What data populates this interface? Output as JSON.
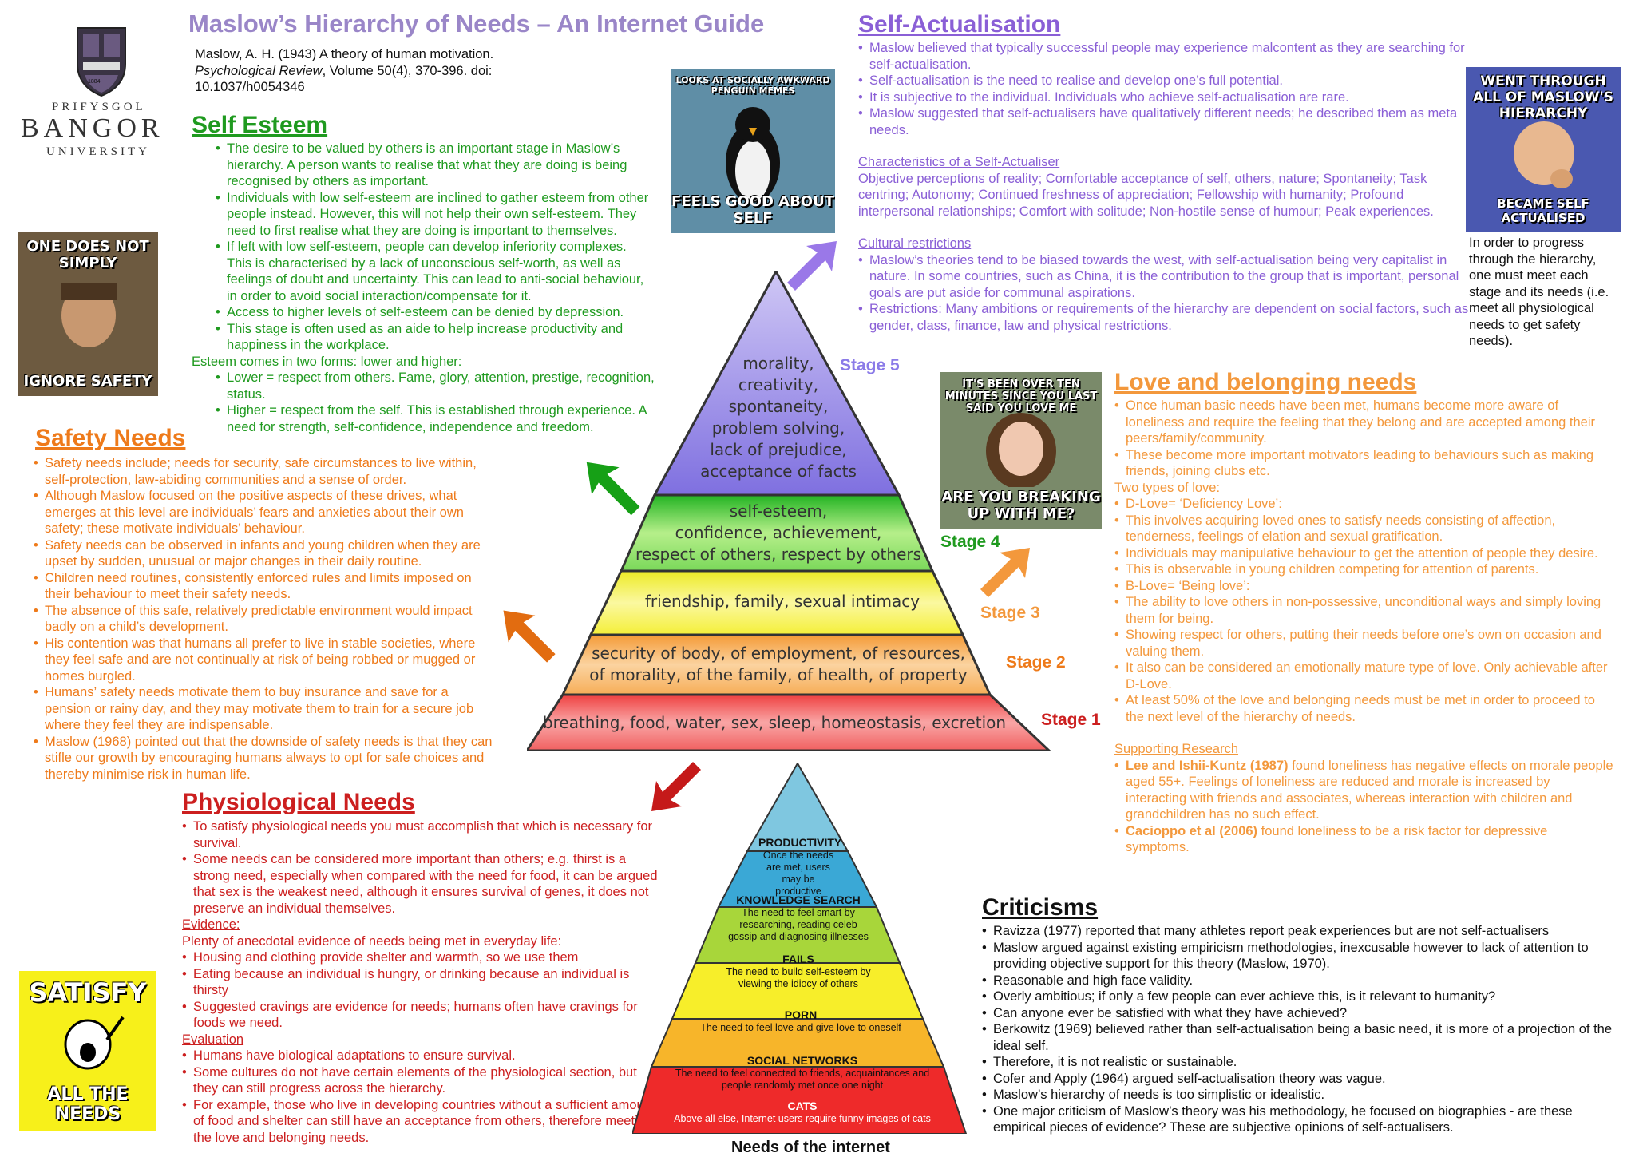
{
  "title": "Maslow’s Hierarchy of Needs – An Internet Guide",
  "reference": {
    "line1": "Maslow, A. H. (1943) A theory of human motivation.",
    "journal": "Psychological Review",
    "line2": ", Volume 50(4), 370-396. doi:",
    "line3": "10.1037/h0054346"
  },
  "logo": {
    "top": "PRIFYSGOL",
    "main": "BANGOR",
    "bottom": "UNIVERSITY",
    "year": "1884"
  },
  "colors": {
    "stage5": "#8b7be8",
    "stage4": "#2fbf2f",
    "stage3": "#f7f03a",
    "stage2": "#f7a23a",
    "stage1": "#f24e4e"
  },
  "self_actualisation": {
    "heading": "Self-Actualisation",
    "bullets": [
      "Maslow believed that typically successful people may experience malcontent as they are searching for self-actualisation.",
      "Self-actualisation is the need to realise and develop one’s full potential.",
      "It is subjective to the individual. Individuals who achieve self-actualisation are rare.",
      "Maslow suggested that self-actualisers have qualitatively different needs; he described them as meta needs."
    ],
    "char_heading": "Characteristics of a Self-Actualiser",
    "char_text": "Objective perceptions of reality; Comfortable acceptance of self, others, nature; Spontaneity; Task centring;  Autonomy; Continued freshness of appreciation; Fellowship with humanity; Profound interpersonal relationships; Comfort with solitude; Non-hostile sense of humour; Peak experiences.",
    "cult_heading": "Cultural restrictions",
    "cult_bullets": [
      "Maslow’s theories tend to be biased towards the west, with self-actualisation being very capitalist in nature. In some countries, such as China, it is the contribution to the group that is important, personal goals are put aside for communal aspirations.",
      "Restrictions: Many ambitions or requirements of the hierarchy are dependent on social factors, such as gender, class, finance, law and physical restrictions."
    ]
  },
  "progress_note": "In order to progress through the hierarchy, one must meet each stage and its needs (i.e. meet all physiological needs to get safety needs).",
  "self_esteem": {
    "heading": "Self Esteem",
    "bullets": [
      "The desire to be valued by others is an important stage in Maslow’s hierarchy.  A person wants to realise that what they are doing is being recognised by others as important.",
      "Individuals with low self-esteem are inclined to gather esteem from other people instead.  However, this will not help their own self-esteem.  They need to first realise what they are doing is important to themselves.",
      "If left with low self-esteem, people can develop inferiority complexes.  This is characterised by a lack of unconscious self-worth, as well as feelings of doubt and uncertainty.  This can lead to anti-social behaviour, in order to avoid social interaction/compensate for it.",
      "Access to higher levels of self-esteem can be denied by depression.",
      "This stage is often used as an aide to help increase productivity and happiness in the workplace."
    ],
    "forms_intro": "Esteem comes in two forms: lower and higher:",
    "forms": [
      "Lower = respect from others.  Fame, glory, attention, prestige, recognition, status.",
      "Higher = respect from the self.  This is established through experience.  A need for strength, self-confidence, independence and freedom."
    ]
  },
  "safety": {
    "heading": "Safety Needs",
    "bullets": [
      "Safety needs include; needs for security, safe circumstances to live within, self-protection, law-abiding communities and a sense of order.",
      "Although Maslow focused on the positive aspects of these drives, what emerges at this level are individuals’ fears and anxieties about their own safety; these motivate individuals’ behaviour.",
      "Safety needs can be observed in infants and young children when they are upset by sudden, unusual or major changes in their daily routine.",
      "Children need routines, consistently enforced rules and limits imposed on their behaviour to meet their safety needs.",
      "The absence of this safe, relatively predictable environment would impact badly on a child’s development.",
      "His contention was that humans all prefer to live in stable societies, where they feel safe and are not continually at risk of being robbed or mugged or homes burgled.",
      "Humans’ safety needs motivate them to buy insurance and save for a pension or rainy day, and they may motivate them to train for a secure job where they feel they are indispensable.",
      "Maslow (1968) pointed out that the downside of safety needs is that they can stifle our growth by encouraging humans always to opt for safe choices and thereby minimise risk in human life."
    ]
  },
  "love": {
    "heading": "Love and belonging needs",
    "bullets1": [
      "Once human basic needs have been met, humans become more aware of loneliness and require the feeling that they belong and are accepted among their peers/family/community.",
      "These become more important motivators leading to behaviours such as making friends, joining clubs etc."
    ],
    "types_intro": "Two types of love:",
    "bullets2": [
      "D-Love= ‘Deficiency Love’:",
      "This involves acquiring loved ones to satisfy needs consisting of affection, tenderness, feelings of elation and sexual gratification.",
      "Individuals may manipulative behaviour to get the attention of people they desire.",
      "This is observable in young children competing for attention of parents.",
      "B-Love= ‘Being love’:",
      "The ability to love others in non-possessive, unconditional ways and simply loving them for being.",
      "Showing respect for others, putting their needs before one’s own on occasion and valuing them.",
      "It also can be considered an emotionally mature type of love. Only achievable after D-Love.",
      "At least 50% of the love and belonging needs must be met in order to proceed to the next level of the hierarchy of needs."
    ],
    "research_heading": "Supporting Research",
    "research": [
      {
        "bold": "Lee and Ishii-Kuntz (1987)",
        "text": " found loneliness has negative effects on morale people aged 55+. Feelings of loneliness are reduced and morale is increased by interacting with friends and associates, whereas interaction with children and grandchildren has no such effect."
      },
      {
        "bold": "Cacioppo et al (2006)",
        "text": " found loneliness to be a risk factor for depressive symptoms."
      }
    ]
  },
  "physiological": {
    "heading": "Physiological Needs",
    "bullets": [
      "To satisfy physiological needs you must accomplish that which is necessary for survival.",
      "Some needs can be considered more important than others; e.g. thirst is a strong need, especially when compared with the need for food, it can be argued that sex is the weakest need, although it ensures survival of genes, it does not preserve an individual themselves."
    ],
    "evidence_heading": "Evidence:",
    "evidence_intro": "Plenty of anecdotal evidence of needs being met in everyday life:",
    "evidence": [
      "Housing and clothing provide shelter and warmth, so  we use them",
      "Eating because an individual is hungry, or drinking because an individual is thirsty",
      "Suggested cravings are evidence for needs; humans often have cravings for foods we need."
    ],
    "evaluation_heading": "Evaluation",
    "evaluation": [
      "Humans have biological adaptations to ensure survival.",
      "Some cultures do not have certain elements of the physiological section, but they can still progress across the hierarchy.",
      "For example, those who live in developing countries without a sufficient amount of food and shelter can still have an acceptance from others, therefore meeting the love and belonging needs."
    ]
  },
  "criticisms": {
    "heading": "Criticisms",
    "bullets": [
      "Ravizza (1977) reported that many athletes report peak experiences but are not self-actualisers",
      "Maslow argued against existing empiricism methodologies, inexcusable however to lack of attention to providing objective support for this theory (Maslow, 1970).",
      " Reasonable and high face validity.",
      "Overly ambitious; if only a few people can ever achieve this, is it relevant to humanity?",
      "Can anyone ever be satisfied with what they have achieved?",
      "Berkowitz (1969) believed rather than self-actualisation being a basic need, it is more of a projection of the ideal self.",
      "Therefore, it is not realistic or sustainable.",
      "Cofer and Apply (1964) argued self-actualisation theory was vague.",
      "Maslow’s hierarchy of needs is too simplistic or idealistic.",
      "One major criticism of Maslow’s theory was his methodology, he focused on biographies - are these empirical pieces of evidence? These are subjective opinions of self-actualisers."
    ]
  },
  "pyramid": {
    "level5": [
      "morality,",
      "creativity,",
      "spontaneity,",
      "problem solving,",
      "lack of prejudice,",
      "acceptance of facts"
    ],
    "level4": [
      "self-esteem,",
      "confidence, achievement,",
      "respect of others, respect by others"
    ],
    "level3": [
      "friendship, family, sexual intimacy"
    ],
    "level2": [
      "security of body, of employment, of resources,",
      "of morality, of the family, of health, of property"
    ],
    "level1": [
      "breathing, food, water, sex, sleep, homeostasis, excretion"
    ],
    "stages": [
      "Stage 5",
      "Stage 4",
      "Stage 3",
      "Stage 2",
      "Stage 1"
    ]
  },
  "internet_pyramid": {
    "caption": "Needs of the internet",
    "levels": [
      {
        "title": "PRODUCTIVITY",
        "text": "Once the needs are met, users may be productive",
        "color": "#7fc7e0"
      },
      {
        "title": "KNOWLEDGE SEARCH",
        "text": "The need to feel smart by researching, reading celeb gossip and diagnosing illnesses",
        "color": "#3aa8d6"
      },
      {
        "title": "FAILS",
        "text": "The need to build self-esteem by viewing the idiocy of others",
        "color": "#a8d63a"
      },
      {
        "title": "PORN",
        "text": "The need to feel love and give love to oneself",
        "color": "#f7ee2a"
      },
      {
        "title": "SOCIAL NETWORKS",
        "text": "The need to feel connected to friends, acquaintances and people randomly met once one night",
        "color": "#f7b52a"
      },
      {
        "title": "CATS",
        "text": "Above all else, Internet users require funny images of cats",
        "color": "#ee2a2a"
      }
    ]
  },
  "memes": {
    "penguin": {
      "top": "LOOKS AT SOCIALLY AWKWARD PENGUIN MEMES",
      "bottom": "FEELS GOOD ABOUT SELF"
    },
    "baby": {
      "top": "WENT THROUGH ALL OF MASLOW'S HIERARCHY",
      "bottom": "BECAME SELF ACTUALISED"
    },
    "boromir": {
      "top": "ONE DOES NOT SIMPLY",
      "bottom": "IGNORE SAFETY"
    },
    "girlfriend": {
      "top": "IT'S BEEN OVER TEN MINUTES SINCE YOU LAST SAID YOU LOVE ME",
      "bottom": "ARE YOU BREAKING UP WITH ME?"
    },
    "allthe": {
      "top": "SATISFY",
      "bottom": "ALL THE NEEDS"
    }
  }
}
